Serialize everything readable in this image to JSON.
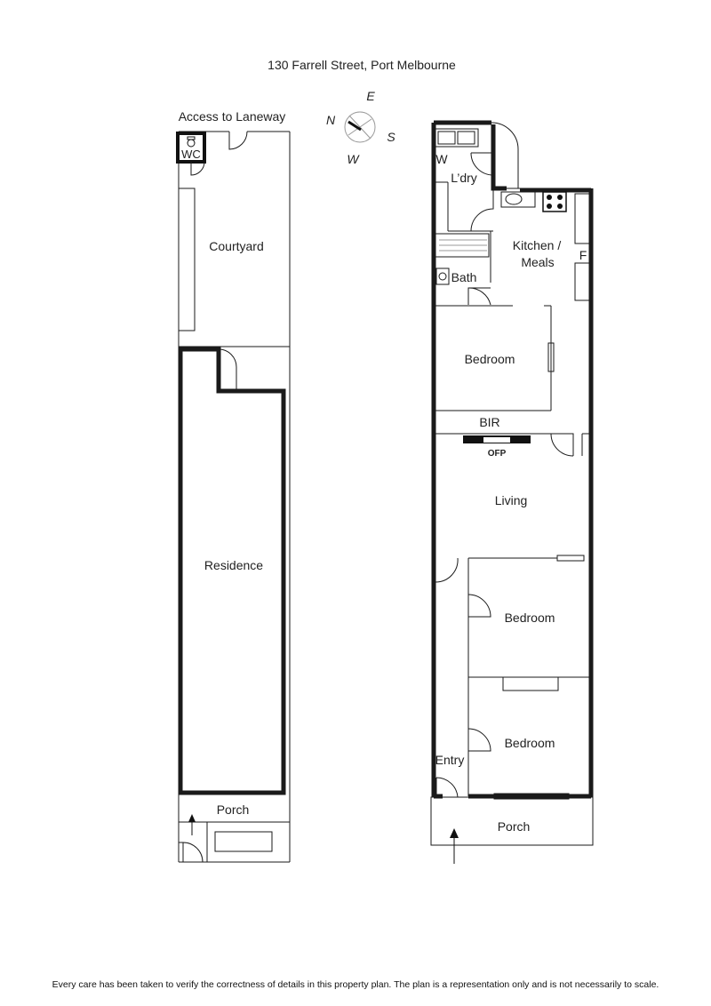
{
  "title": "130 Farrell Street, Port Melbourne",
  "compass": {
    "n": "N",
    "e": "E",
    "s": "S",
    "w": "W"
  },
  "site_plan": {
    "access": "Access to Laneway",
    "wc": "WC",
    "courtyard": "Courtyard",
    "residence": "Residence",
    "porch": "Porch"
  },
  "floor_plan": {
    "w": "W",
    "laundry": "L’dry",
    "kitchen_line1": "Kitchen /",
    "kitchen_line2": "Meals",
    "fridge": "F",
    "bath": "Bath",
    "bedroom1": "Bedroom",
    "bir": "BIR",
    "ofp": "OFP",
    "living": "Living",
    "bedroom2": "Bedroom",
    "bedroom3": "Bedroom",
    "entry": "Entry",
    "porch": "Porch"
  },
  "disclaimer": "Every care has been taken to verify the correctness of details in this property plan. The plan is a representation only and is not necessarily to scale."
}
